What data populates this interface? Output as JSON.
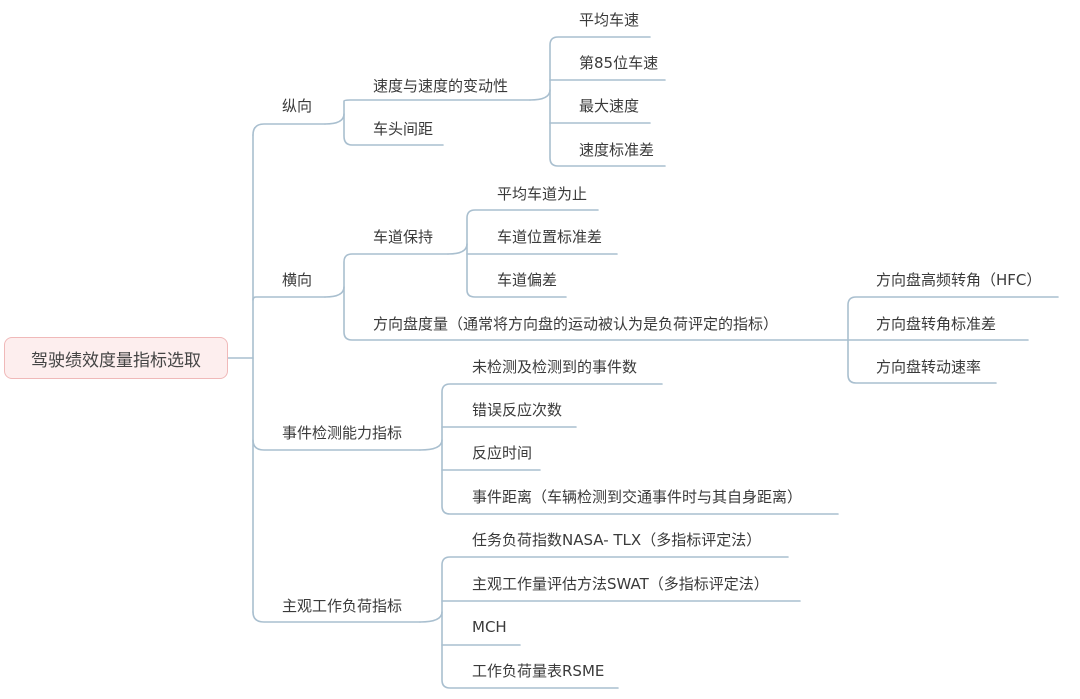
{
  "root": {
    "label": "驾驶绩效度量指标选取"
  },
  "colors": {
    "line": "#a9bfcf",
    "root_fill": "#fdeeee",
    "root_border": "#f0b9b9",
    "text": "#3a3a3a"
  },
  "branches": [
    {
      "label": "纵向",
      "children": [
        {
          "label": "速度与速度的变动性",
          "children": [
            "平均车速",
            "第85位车速",
            "最大速度",
            "速度标准差"
          ]
        },
        {
          "label": "车头间距"
        }
      ]
    },
    {
      "label": "横向",
      "children": [
        {
          "label": "车道保持",
          "children": [
            "平均车道为止",
            "车道位置标准差",
            "车道偏差"
          ]
        },
        {
          "label": "方向盘度量（通常将方向盘的运动被认为是负荷评定的指标）",
          "children": [
            "方向盘高频转角（HFC）",
            "方向盘转角标准差",
            "方向盘转动速率"
          ]
        }
      ]
    },
    {
      "label": "事件检测能力指标",
      "children": [
        {
          "label": "未检测及检测到的事件数"
        },
        {
          "label": "错误反应次数"
        },
        {
          "label": "反应时间"
        },
        {
          "label": "事件距离（车辆检测到交通事件时与其自身距离）"
        }
      ]
    },
    {
      "label": "主观工作负荷指标",
      "children": [
        {
          "label": "任务负荷指数NASA- TLX（多指标评定法）"
        },
        {
          "label": "主观工作量评估方法SWAT（多指标评定法）"
        },
        {
          "label": "MCH"
        },
        {
          "label": "工作负荷量表RSME"
        }
      ]
    }
  ]
}
